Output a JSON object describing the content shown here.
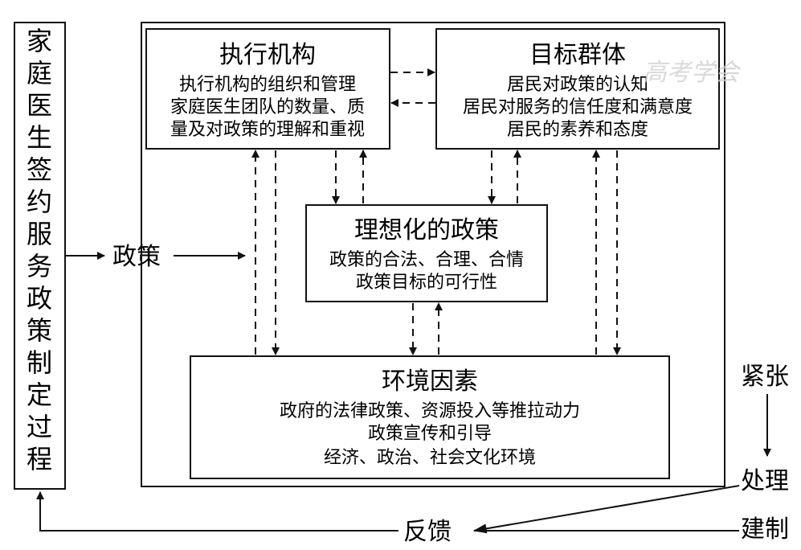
{
  "left_box": {
    "chars": [
      "家",
      "庭",
      "医",
      "生",
      "签",
      "约",
      "服",
      "务",
      "政",
      "策",
      "制",
      "定",
      "过",
      "程"
    ]
  },
  "input_label": "政策",
  "executing_agency": {
    "title": "执行机构",
    "lines": [
      "执行机构的组织和管理",
      "家庭医生团队的数量、质",
      "量及对政策的理解和重视"
    ]
  },
  "target_group": {
    "title": "目标群体",
    "lines": [
      "居民对政策的认知",
      "居民对服务的信任度和满意度",
      "居民的素养和态度"
    ]
  },
  "idealized_policy": {
    "title": "理想化的政策",
    "lines": [
      "政策的合法、合理、合情",
      "政策目标的可行性"
    ]
  },
  "environment": {
    "title": "环境因素",
    "lines": [
      "政府的法律政策、资源投入等推拉动力",
      "政策宣传和引导",
      "经济、政治、社会文化环境"
    ]
  },
  "right_flow": {
    "tension": "紧张",
    "processing": "处理",
    "establish": "建制"
  },
  "feedback_label": "反馈",
  "watermark": "高考学会"
}
